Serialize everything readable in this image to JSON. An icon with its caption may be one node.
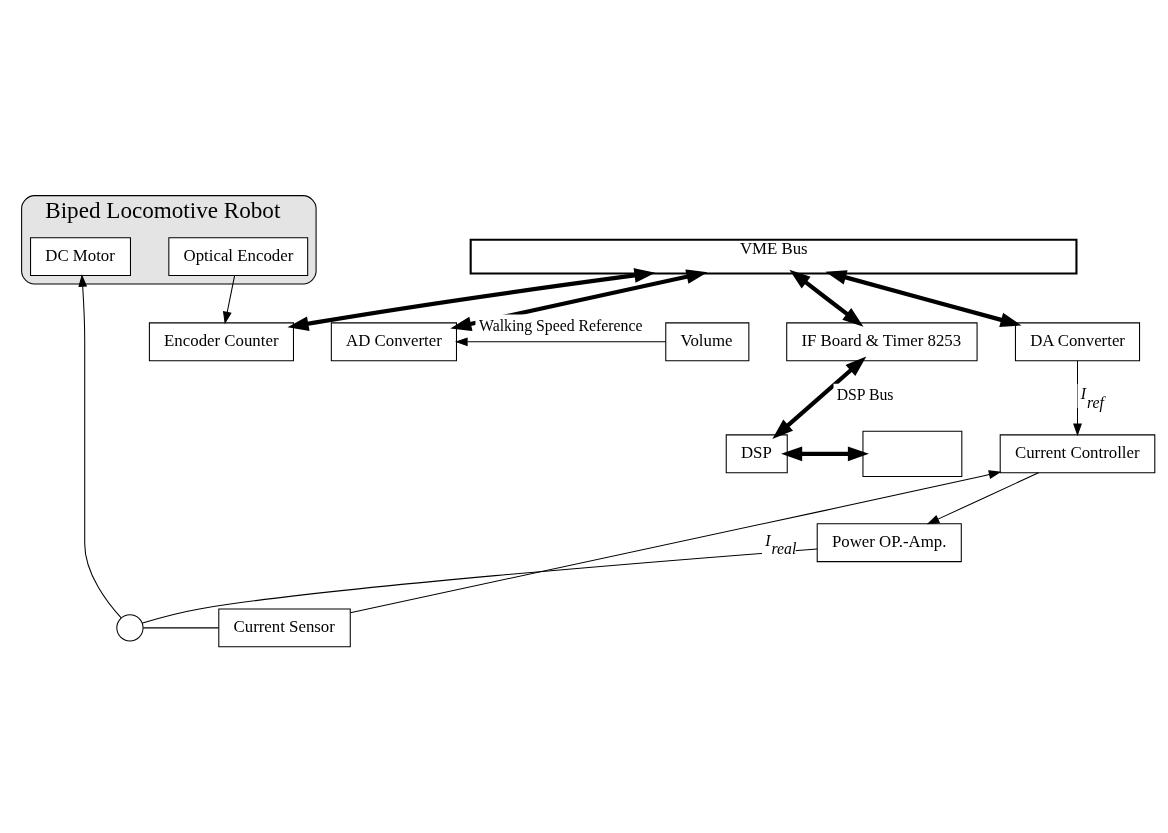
{
  "diagram": {
    "nodes": [
      {
        "text": [
          "VME Bus"
        ]
      },
      {
        "text": [
          "Volume"
        ]
      },
      {
        "text": [
          "AD Converter"
        ]
      },
      {
        "text": [
          "IF Board & Timer 8253"
        ]
      },
      {
        "text": [
          "Encoder Counter"
        ]
      },
      {
        "text": [
          "DA Converter"
        ]
      },
      {
        "text": [
          "Current Controller"
        ]
      },
      {
        "text": [
          "Power OP.-Amp."
        ]
      },
      {
        "text": [
          "Current Sensor"
        ]
      },
      {
        "text": [],
        "shape": "circle"
      },
      {
        "text": [
          "DSP"
        ]
      },
      {
        "text": [],
        "shape": "box"
      },
      {
        "text": [
          "Biped Locomotive Robot"
        ]
      },
      {
        "text": [
          "Optical Encoder"
        ],
        "in": 12
      },
      {
        "text": [
          "DC Motor"
        ],
        "in": 12
      }
    ],
    "edges": [
      {
        "from": 0,
        "to": 2,
        "arrow": "both",
        "style": "thick"
      },
      {
        "from": 0,
        "to": 3,
        "arrow": "both",
        "style": "thick"
      },
      {
        "from": 0,
        "to": 4,
        "arrow": "both",
        "style": "thick"
      },
      {
        "from": 0,
        "to": 5,
        "arrow": "both",
        "style": "thick"
      },
      {
        "from": 1,
        "to": 2,
        "arrow": "to",
        "label": "Walking Speed Reference"
      },
      {
        "from": 3,
        "to": 10,
        "arrow": "both",
        "style": "thick",
        "label": "DSP Bus"
      },
      {
        "from": 11,
        "to": 10,
        "arrow": "both",
        "style": "thick"
      },
      {
        "from": 13,
        "to": 4,
        "arrow": "to"
      },
      {
        "from": 5,
        "to": 6,
        "arrow": "to",
        "label": "I$_{ref}$"
      },
      {
        "from": 6,
        "to": 7,
        "arrow": "to"
      },
      {
        "from": 7,
        "to": 9,
        "arrow": "none"
      },
      {
        "from": 9,
        "to": 14,
        "arrow": "to"
      },
      {
        "from": 9,
        "to": 8,
        "arrow": "none"
      },
      {
        "from": 8,
        "to": 6,
        "arrow": "to",
        "label": "I$_{real}$"
      }
    ]
  }
}
